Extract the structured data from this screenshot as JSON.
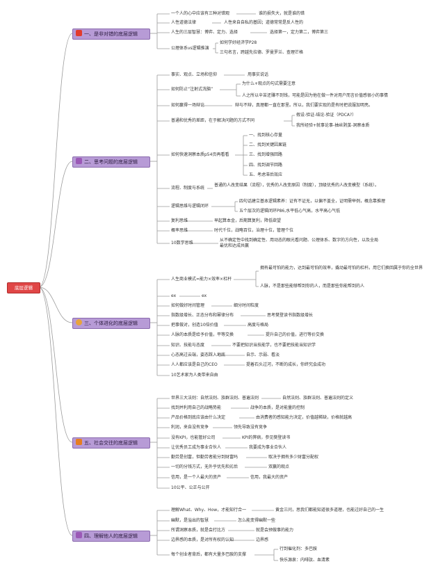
{
  "root": "底层逻辑",
  "branches": [
    {
      "label": "一、是非对错的底层逻辑",
      "icon": "red-square-icon",
      "color": "#e23b2e"
    },
    {
      "label": "二、思考问题的底层逻辑",
      "icon": "purple-square-icon",
      "color": "#9b59b6"
    },
    {
      "label": "三、个体进化的底层逻辑",
      "icon": "orange-circle-icon",
      "color": "#e8a33d"
    },
    {
      "label": "五、社会交往的底层逻辑",
      "icon": "orange-square-icon",
      "color": "#e67e22"
    },
    {
      "label": "四、理解他人的底层逻辑",
      "icon": "purple-square-icon",
      "color": "#9b59b6"
    }
  ],
  "b1": {
    "n1": "一个人的心中应该有三种对错观",
    "n1a": "谁的损失大，就是谁的错",
    "n2": "人性道德法律",
    "n2a": "人性来自自私的基因；道德常常是反人性的",
    "n3": "人生的三层智慧：博弈、定力、选择",
    "n3a": "选择第一，定力第二，博弈第三",
    "n4": "公理体系vs逻辑推演",
    "n4a": "如何学好经济学P28",
    "n4b": "三句名言，跨越先拉德、罗曼罗兰、查理芒格"
  },
  "b2": {
    "n1": "事实、观点、立场和信仰",
    "n1a": "用事实说话",
    "n2": "如何防止“注射式洗脑”",
    "n2a": "为什么+观点的句式需要注意",
    "n2b": "人之所以辛苦还赚不到钱，可能是因为他在做一件对用户而言价值感很小的事情",
    "n3": "如何赢得一场辩论",
    "n3a": "辩与不辩，真理都一直在那里。所以，我们要实现的是有时把说服加明亮。",
    "n4": "普通和优秀的差距，在于解决问题的方式不同",
    "n4a": "假设-验证-结论-验证（PDCA?）",
    "n4b": "我所经验+就事论事-抽丝剥茧-洞察本质",
    "n5": "如何快速洞察本质p54页再看看",
    "n5a": "一、找到核心存量",
    "n5b": "二、找到关键因果链",
    "n5c": "三、找到增强回路",
    "n5d": "四、找到调节回路",
    "n5e": "五、考虑滞后效应",
    "n6": "流程、制度与系统",
    "n6a": "普通的人改变结果（流程），优秀的人改变原因（制度），顶级优秀的人改变模型（系统）。",
    "n7": "逻辑思维与逻辑闭环",
    "n7a": "四句话建立基本逻辑素养：证有不证无，以偏不盖全，证明需举例，概念靠推理",
    "n7b": "五个层次的逻辑闭环P86,水平低心气高，水平高心气低",
    "n8": "复利思维",
    "n8a": "早起算本金，后期算复利，降低欲望",
    "n9": "概率思维",
    "n9a": "时代千位，战略百位，治理十位，管理个位",
    "n10": "10数学思维",
    "n10a": "从不确定性中找到确定性、用动态的眼光看问题、公理体系、数字的方向性，以及全局最优和达成共赢"
  },
  "b3": {
    "n1": "人生商业模式=能力×效率×杠杆",
    "n1a": "拥有最可怕的能力，达到最可怕的效率，撬动最可怕的杠杆。用它们换回属于你的全世界",
    "n1b": "人脉，不是那些能够帮到你的人，而是那些你能帮到的人",
    "n2": "ex",
    "n2a": "ex",
    "n3": "如何做好时间管理",
    "n3a": "细分时间粒度",
    "n4": "指数级增长、正态分布和幂律分布",
    "n4a": "思考樊登读书指数级增长",
    "n5": "把事做对，创造10倍价值",
    "n5a": "高度与格局",
    "n6": "人脉的本质是给予价值，平等交换",
    "n6a": "提升自己的价值，进行等价交换",
    "n7": "知识、技能与态度",
    "n7a": "不要把知识当技能学，也不要把技能当知识学",
    "n8": "心态高过云端，姿态踩入地底",
    "n8a": "自示、示弱、看淡",
    "n9": "人人都应该是自己的CEO",
    "n9a": "提着石头过河，不断的成长，你终究会成功",
    "n10": "10艺术家为人类带来自由"
  },
  "b5": {
    "n1": "世界三大法则：自然法则、族群法则、普遍法则",
    "n1a": "自然法则、族群法则、普遍法则的定义",
    "n2": "找到并利用自己的战略势能",
    "n2a": "战争的本质，是对能量的控制",
    "n3": "产品价格到底应该由什么决定",
    "n3a": "由消费者的感知能力决定，价值越稀缺，价格就越高",
    "n4": "利润，来自没有竞争",
    "n4a": "领先导致没有竞争",
    "n5": "没有KPI，也能管好公司",
    "n5a": "KPI的弊病，参见樊登读书",
    "n6": "让优秀员工成为事业合伙人",
    "n6a": "我要成为事业合伙人",
    "n7": "勤劳是创富，但勤劳者能分到财富吗",
    "n7a": "取决于拥有多少财富分配权",
    "n8": "一切的分钱方式，无外乎优先和劣后",
    "n8a": "双赢的观点",
    "n9": "信用，是一个人最大的资产",
    "n9a": "信用，我最大的资产",
    "n10": "10公平、公正与公开"
  },
  "b4": {
    "n1": "理解What、Why、How，才能知行合一",
    "n1a": "黄金三问，思我们都能知道很多道理，也能过好自己的一生",
    "n2": "幽默，是溢出的智慧",
    "n2a": "怎么能变得幽默一些",
    "n3": "所谓洞察本质，就是会打比方",
    "n3a": "就是会预做事的能力",
    "n4": "边界感的本质，是对所有权的认知",
    "n4a": "边界感",
    "n5": "每个创业者背后，都有大量多巴胺的支撑",
    "n5a": "行到催化剂：多巴胺",
    "n5b": "快乐源泉：内啡肽、血清素"
  }
}
